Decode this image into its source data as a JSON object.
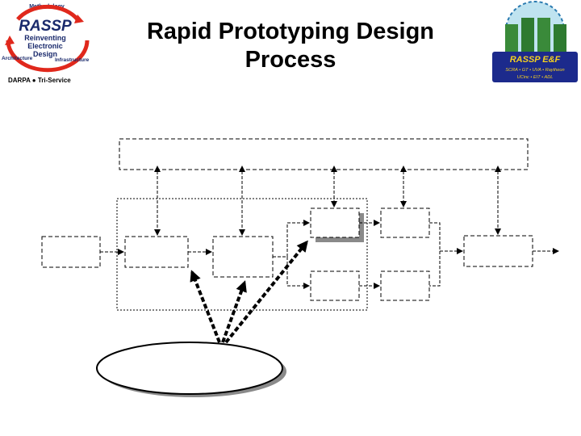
{
  "slide": {
    "title_line1": "Rapid Prototyping Design",
    "title_line2": "Process"
  },
  "logo_left": {
    "top_label": "Methodology",
    "brand": "RASSP",
    "line1": "Reinventing",
    "line2": "Electronic",
    "line3": "Design",
    "left_label": "Architecture",
    "right_label": "Infrastructure",
    "footer": "DARPA ● Tri-Service"
  },
  "logo_right": {
    "brand": "RASSP E&F",
    "line1": "SCRA • GT • UVA • Raytheon",
    "line2": "UCinc • EIT • ADL"
  },
  "colors": {
    "logo_red": "#e0281c",
    "logo_navy": "#1a2a6c",
    "badge_green": "#3a8a3a",
    "badge_banner": "#1c2a8c",
    "badge_text": "#f5d020",
    "shadow": "#8a8a8a"
  }
}
